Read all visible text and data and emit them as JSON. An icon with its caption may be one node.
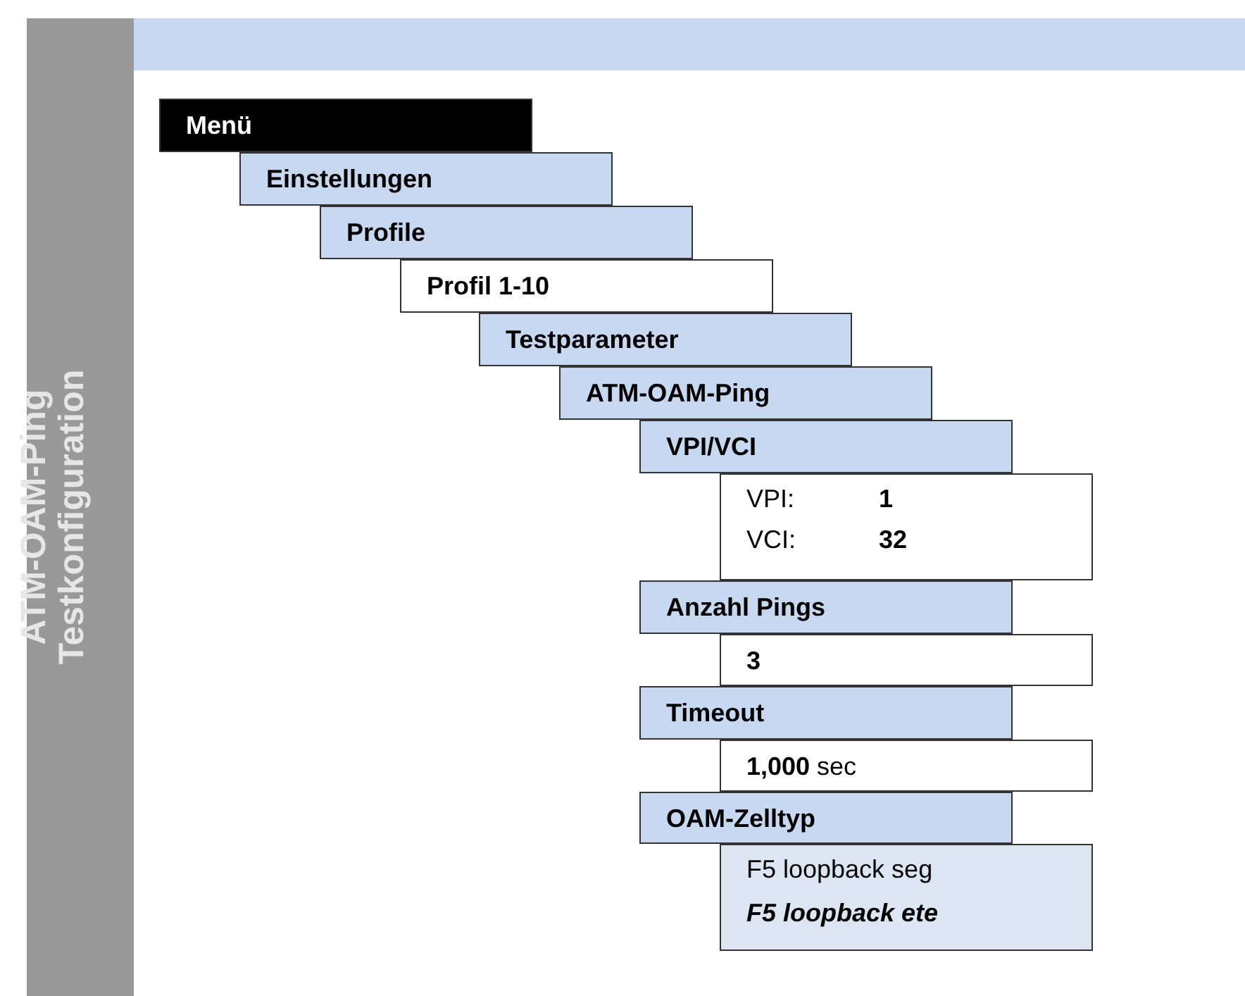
{
  "diagram": {
    "title": "ATM-OAM-Ping Testkonfiguration",
    "nodes": [
      {
        "text": [
          "Menü"
        ]
      },
      {
        "text": [
          "Einstellungen"
        ]
      },
      {
        "text": [
          "Profile"
        ]
      },
      {
        "text": [
          "Profil 1-10"
        ]
      },
      {
        "text": [
          "Testparameter"
        ]
      },
      {
        "text": [
          "ATM-OAM-Ping"
        ]
      },
      {
        "text": [
          "VPI/VCI"
        ]
      },
      {
        "text": [
          "VPI:",
          "1",
          "VCI:",
          "32"
        ]
      },
      {
        "text": [
          "Anzahl Pings"
        ]
      },
      {
        "text": [
          "3"
        ]
      },
      {
        "text": [
          "Timeout"
        ]
      },
      {
        "text": [
          "**1,000** sec"
        ]
      },
      {
        "text": [
          "OAM-Zelltyp"
        ]
      },
      {
        "text": [
          "F5 loopback seg",
          "F5 loopback ete"
        ]
      }
    ],
    "edges": []
  }
}
